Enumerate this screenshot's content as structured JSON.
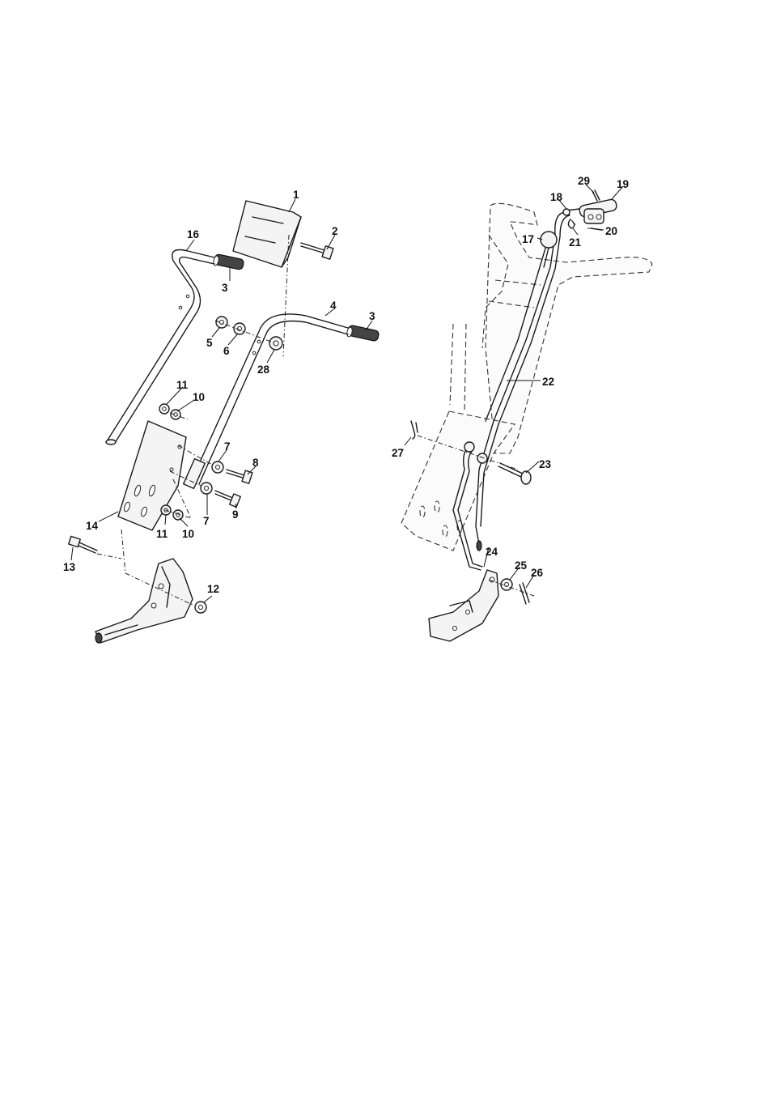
{
  "diagram": {
    "callouts": [
      {
        "id": "c1",
        "label": "1"
      },
      {
        "id": "c2",
        "label": "2"
      },
      {
        "id": "c3a",
        "label": "3"
      },
      {
        "id": "c3b",
        "label": "3"
      },
      {
        "id": "c4",
        "label": "4"
      },
      {
        "id": "c5",
        "label": "5"
      },
      {
        "id": "c6",
        "label": "6"
      },
      {
        "id": "c7a",
        "label": "7"
      },
      {
        "id": "c7b",
        "label": "7"
      },
      {
        "id": "c8",
        "label": "8"
      },
      {
        "id": "c9",
        "label": "9"
      },
      {
        "id": "c10a",
        "label": "10"
      },
      {
        "id": "c10b",
        "label": "10"
      },
      {
        "id": "c11a",
        "label": "11"
      },
      {
        "id": "c11b",
        "label": "11"
      },
      {
        "id": "c12",
        "label": "12"
      },
      {
        "id": "c13",
        "label": "13"
      },
      {
        "id": "c14",
        "label": "14"
      },
      {
        "id": "c16",
        "label": "16"
      },
      {
        "id": "c17",
        "label": "17"
      },
      {
        "id": "c18",
        "label": "18"
      },
      {
        "id": "c19",
        "label": "19"
      },
      {
        "id": "c20",
        "label": "20"
      },
      {
        "id": "c21",
        "label": "21"
      },
      {
        "id": "c22",
        "label": "22"
      },
      {
        "id": "c23",
        "label": "23"
      },
      {
        "id": "c24",
        "label": "24"
      },
      {
        "id": "c25",
        "label": "25"
      },
      {
        "id": "c26",
        "label": "26"
      },
      {
        "id": "c27",
        "label": "27"
      },
      {
        "id": "c28",
        "label": "28"
      },
      {
        "id": "c29",
        "label": "29"
      }
    ]
  }
}
